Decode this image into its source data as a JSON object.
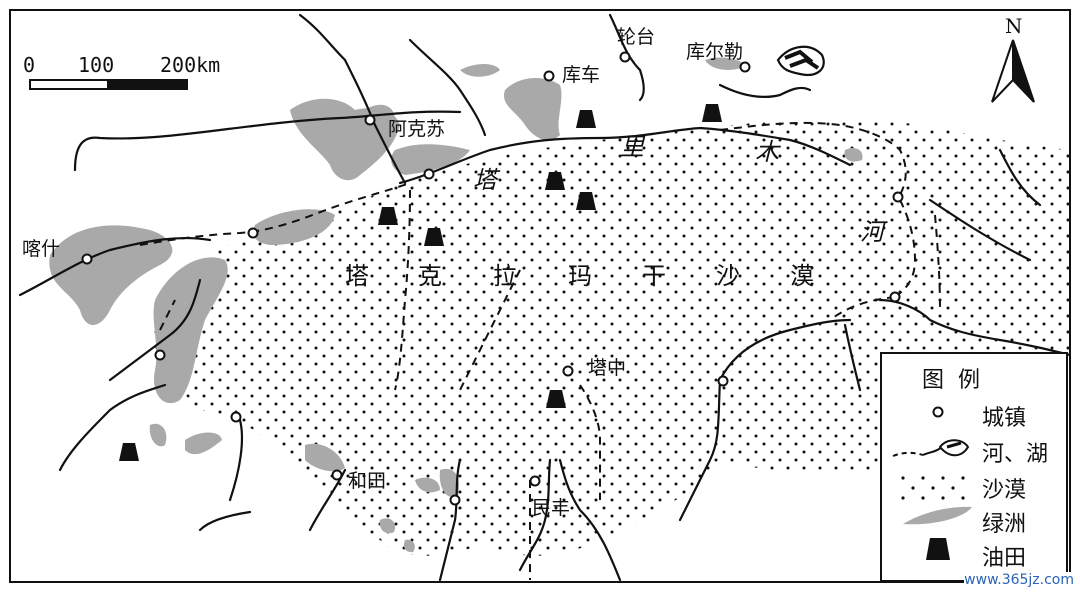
{
  "scale": {
    "ticks": [
      "0",
      "100",
      "200km"
    ]
  },
  "north": "N",
  "cities": [
    {
      "name": "喀什"
    },
    {
      "name": "阿克苏"
    },
    {
      "name": "库车"
    },
    {
      "name": "轮台"
    },
    {
      "name": "库尔勒"
    },
    {
      "name": "塔中"
    },
    {
      "name": "和田"
    },
    {
      "name": "民丰"
    }
  ],
  "river_name": [
    "塔",
    "里",
    "木",
    "河"
  ],
  "desert_name": [
    "塔",
    "克",
    "拉",
    "玛",
    "干",
    "沙",
    "漠"
  ],
  "legend": {
    "title": "图例",
    "items": [
      {
        "symbol": "town",
        "label": "城镇"
      },
      {
        "symbol": "river-lake",
        "label": "河、湖"
      },
      {
        "symbol": "desert",
        "label": "沙漠"
      },
      {
        "symbol": "oasis",
        "label": "绿洲"
      },
      {
        "symbol": "oilfield",
        "label": "油田"
      }
    ]
  },
  "colors": {
    "oasis": "#a9a9a9",
    "line": "#111111",
    "watermark": "#2a63b8"
  },
  "watermark": "www.365jz.com"
}
